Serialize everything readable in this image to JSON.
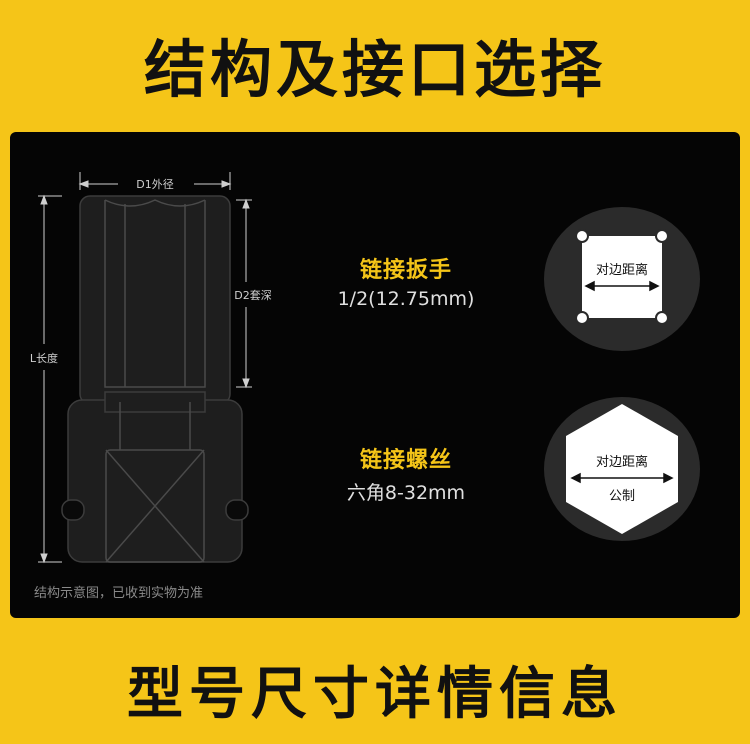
{
  "header": {
    "title": "结构及接口选择"
  },
  "footer": {
    "title": "型号尺寸详情信息"
  },
  "diagram": {
    "d1_label": "D1外径",
    "d2_label": "D2套深",
    "l_label": "L长度",
    "caption": "结构示意图，已收到实物为准"
  },
  "specs": [
    {
      "head": "链接扳手",
      "value": "1/2(12.75mm)"
    },
    {
      "head": "链接螺丝",
      "value": "六角8-32mm"
    }
  ],
  "badges": [
    {
      "label": "对边距离"
    },
    {
      "label": "对边距离",
      "sub_label": "公制"
    }
  ],
  "colors": {
    "accent": "#f5c518",
    "panel": "#050505"
  }
}
